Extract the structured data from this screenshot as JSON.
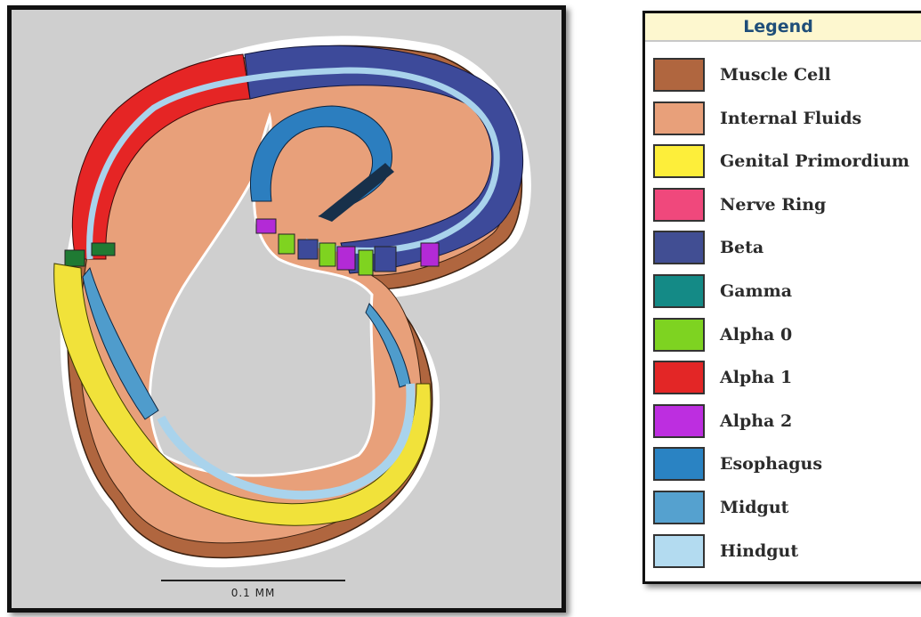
{
  "diagram": {
    "scale_label": "0.1 MM",
    "colors": {
      "background": "#cfcfcf",
      "muscle": "#b0663f",
      "fluid": "#e8a07a",
      "genital": "#f1e23a",
      "nerve": "#e8407a",
      "beta": "#3d4a9a",
      "gamma": "#1f8a7c",
      "alpha0": "#7fd320",
      "alpha1": "#e52525",
      "alpha2": "#b32ad6",
      "esophagus": "#2c7ebf",
      "midgut": "#4f9ccc",
      "hindgut": "#a9d3ec"
    }
  },
  "legend": {
    "title": "Legend",
    "items": [
      {
        "label": "Muscle Cell",
        "color": "#b0663f"
      },
      {
        "label": "Internal Fluids",
        "color": "#e8a07a"
      },
      {
        "label": "Genital Primordium",
        "color": "#fdee3a"
      },
      {
        "label": "Nerve Ring",
        "color": "#f0487c"
      },
      {
        "label": "Beta",
        "color": "#414e93"
      },
      {
        "label": "Gamma",
        "color": "#148a86"
      },
      {
        "label": "Alpha 0",
        "color": "#7ed321"
      },
      {
        "label": "Alpha 1",
        "color": "#e32626"
      },
      {
        "label": "Alpha 2",
        "color": "#bd2ee0"
      },
      {
        "label": "Esophagus",
        "color": "#2a83c3"
      },
      {
        "label": "Midgut",
        "color": "#55a1cf"
      },
      {
        "label": "Hindgut",
        "color": "#b3dbf0"
      }
    ]
  }
}
